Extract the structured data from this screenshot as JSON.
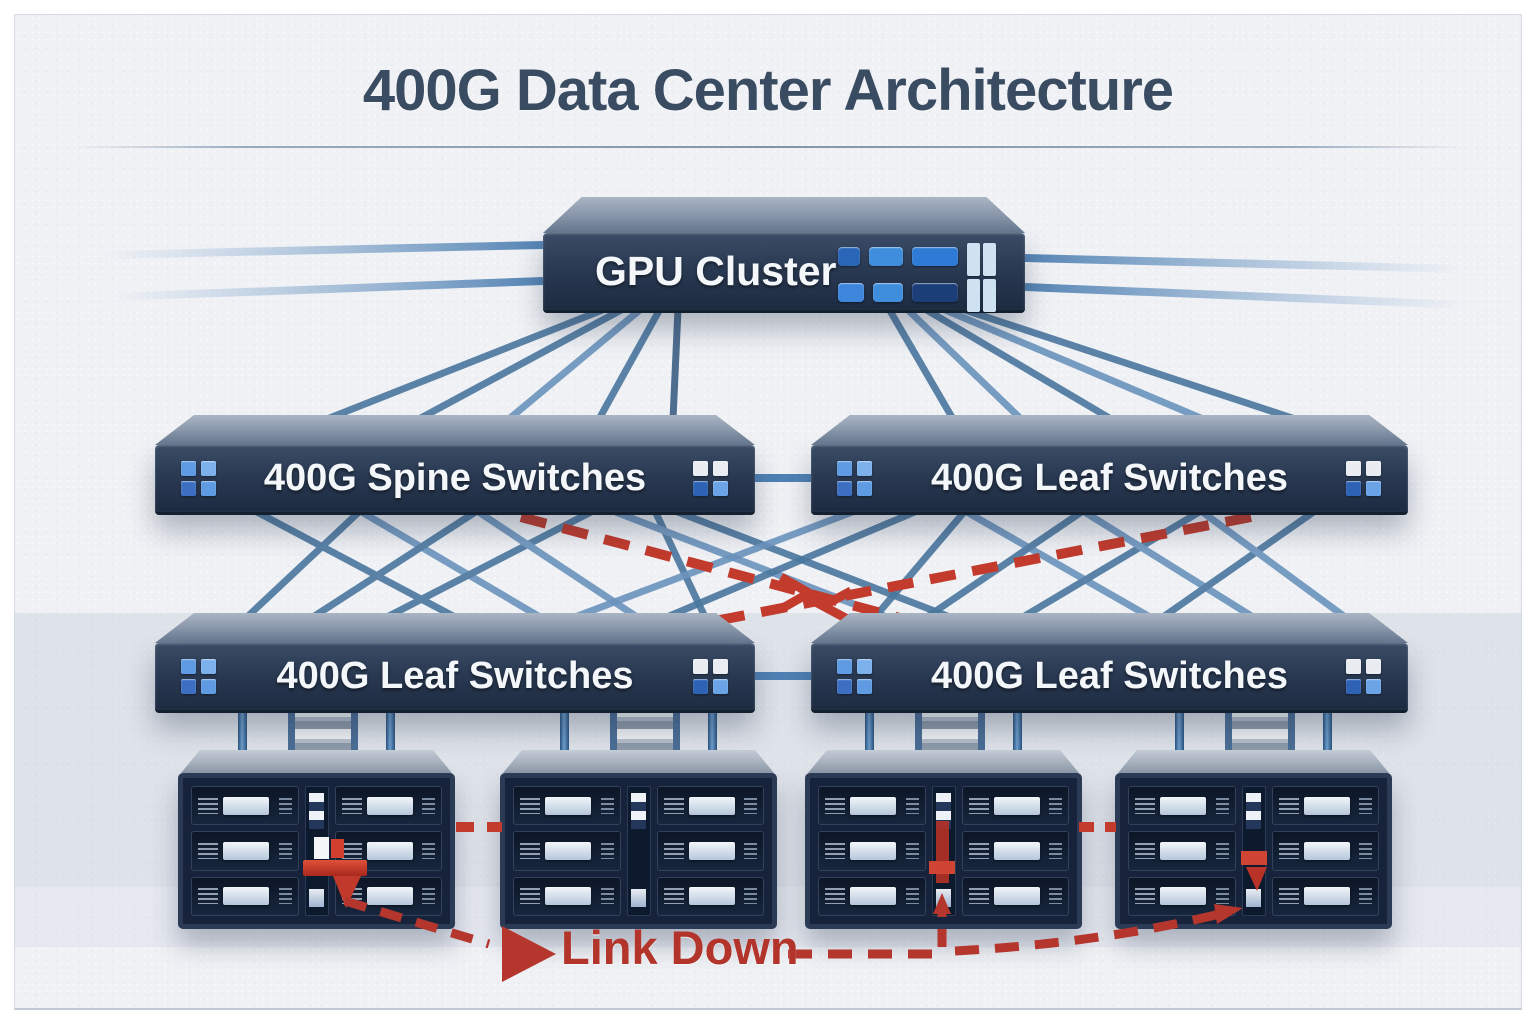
{
  "title": "400G Data Center Architecture",
  "nodes": {
    "gpu_cluster": {
      "label": "GPU Cluster"
    },
    "spine": {
      "label": "400G Spine Switches"
    },
    "leaf_mid": {
      "label": "400G Leaf Switches"
    },
    "leaf_bottom_left": {
      "label": "400G Leaf Switches"
    },
    "leaf_bottom_right": {
      "label": "400G Leaf Switches"
    }
  },
  "racks": {
    "count": 4,
    "units_per_rack": 6,
    "names": [
      "server-rack-1",
      "server-rack-2",
      "server-rack-3",
      "server-rack-4"
    ]
  },
  "annotation": {
    "link_down_label": "Link Down"
  },
  "edges": [
    {
      "from": "gpu-cluster",
      "to": "spine-switches",
      "style": "solid-blue-fan",
      "lines": 5
    },
    {
      "from": "gpu-cluster",
      "to": "leaf-switches-mid",
      "style": "solid-blue-fan",
      "lines": 5
    },
    {
      "from": "gpu-cluster",
      "to": "left-edge",
      "style": "solid-blue-fading",
      "lines": 2
    },
    {
      "from": "gpu-cluster",
      "to": "right-edge",
      "style": "solid-blue-fading",
      "lines": 2
    },
    {
      "from": "spine-switches",
      "to": "leaf-switches-mid",
      "style": "solid-blue-horizontal"
    },
    {
      "from": "spine-switches",
      "to": "leaf-switches-bottom-left",
      "style": "solid-blue-mesh"
    },
    {
      "from": "spine-switches",
      "to": "leaf-switches-bottom-right",
      "style": "solid-blue-mesh"
    },
    {
      "from": "leaf-switches-mid",
      "to": "leaf-switches-bottom-left",
      "style": "solid-blue-mesh"
    },
    {
      "from": "leaf-switches-mid",
      "to": "leaf-switches-bottom-right",
      "style": "solid-blue-mesh"
    },
    {
      "from": "leaf-switches-bottom-left",
      "to": "leaf-switches-bottom-right",
      "style": "solid-blue-horizontal"
    },
    {
      "from": "spine-switches",
      "to": "leaf-switches-bottom-right",
      "style": "dashed-red"
    },
    {
      "from": "leaf-switches-mid",
      "to": "leaf-switches-bottom-left",
      "style": "dashed-red"
    },
    {
      "from": "server-rack-1",
      "to": "server-rack-2",
      "style": "dashed-red"
    },
    {
      "from": "server-rack-3",
      "to": "server-rack-4",
      "style": "dashed-red"
    },
    {
      "from": "server-rack-1",
      "to": "link-down-label",
      "style": "dashed-red-arrow"
    },
    {
      "from": "link-down-label",
      "to": "server-rack-3",
      "style": "dashed-red-arrow"
    },
    {
      "from": "link-down-label",
      "to": "server-rack-4",
      "style": "dashed-red-arrow"
    }
  ],
  "colors": {
    "background": "#eff1f5",
    "title_text": "#3a4c61",
    "box_front": "#2a3a53",
    "box_top": "#8a99ac",
    "box_label_text": "#f4f7fa",
    "link_blue": "#4f81b4",
    "link_red": "#c23b2d",
    "link_down_text": "#b2342b",
    "port_blue": "#5e9be2"
  }
}
